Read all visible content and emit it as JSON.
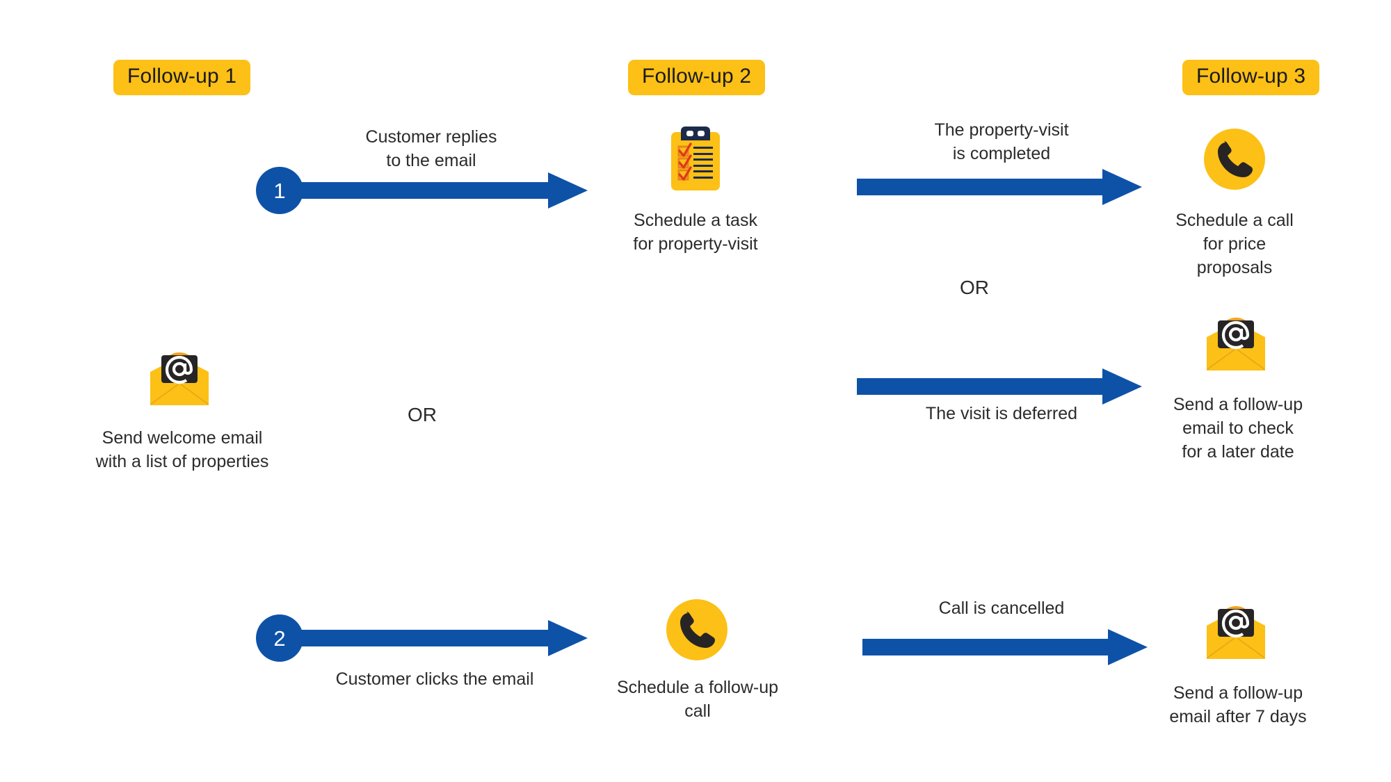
{
  "diagram": {
    "title_badges": [
      {
        "label": "Follow-up 1"
      },
      {
        "label": "Follow-up 2"
      },
      {
        "label": "Follow-up 3"
      }
    ],
    "start_nodes": [
      {
        "number": "1"
      },
      {
        "number": "2"
      }
    ],
    "source_node": {
      "icon": "email-envelope-icon",
      "caption": "Send welcome email\nwith a list of properties"
    },
    "branch_separator_left": "OR",
    "branch_separator_right": "OR",
    "arrows": [
      {
        "id": "arrow-1",
        "label": "Customer replies\nto the email",
        "label_position": "above"
      },
      {
        "id": "arrow-2",
        "label": "Customer clicks the email",
        "label_position": "below"
      },
      {
        "id": "arrow-3",
        "label": "The property-visit\nis completed",
        "label_position": "above"
      },
      {
        "id": "arrow-4",
        "label": "The visit is deferred",
        "label_position": "below"
      },
      {
        "id": "arrow-5",
        "label": "Call is cancelled",
        "label_position": "above"
      }
    ],
    "stage_nodes": [
      {
        "id": "node-schedule-task",
        "icon": "clipboard-checklist-icon",
        "caption": "Schedule a task\nfor property-visit"
      },
      {
        "id": "node-schedule-followup-call",
        "icon": "phone-call-icon",
        "caption": "Schedule a follow-up\ncall"
      },
      {
        "id": "node-schedule-price-call",
        "icon": "phone-call-icon",
        "caption": "Schedule a call\nfor price\nproposals"
      },
      {
        "id": "node-followup-email-later-date",
        "icon": "email-envelope-icon",
        "caption": "Send a follow-up\nemail to check\nfor a later date"
      },
      {
        "id": "node-followup-email-7-days",
        "icon": "email-envelope-icon",
        "caption": "Send a follow-up\nemail after 7 days"
      }
    ],
    "colors": {
      "accent_yellow": "#fcc016",
      "accent_blue": "#0e52a8",
      "arrow_blue": "#0e52a8",
      "icon_dark": "#272425",
      "background": "#ffffff",
      "text": "#2b2b2b"
    }
  }
}
